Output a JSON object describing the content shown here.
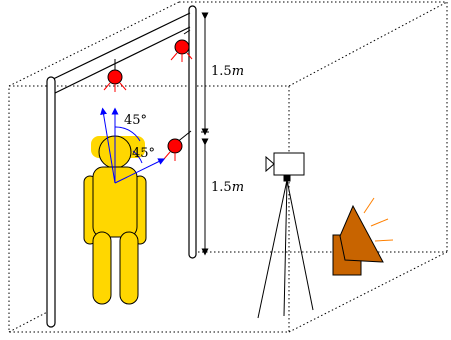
{
  "labels": {
    "angle_upper": "45°",
    "angle_lower": "45°",
    "height_upper_value": "1.5",
    "height_upper_unit": "m",
    "height_lower_value": "1.5",
    "height_lower_unit": "m"
  },
  "colors": {
    "person_fill": "#ffd700",
    "light_fill": "#ff0000",
    "speaker_fill": "#c86400",
    "speaker_rays": "#ff8000",
    "arrow_blue": "#0000ff",
    "frame_line": "#000000",
    "room_line": "#000000"
  },
  "icons": {
    "lights": "red-ceiling-light-icon",
    "camera": "video-camera-icon",
    "speaker": "loudspeaker-icon",
    "person": "person-figure-icon"
  }
}
